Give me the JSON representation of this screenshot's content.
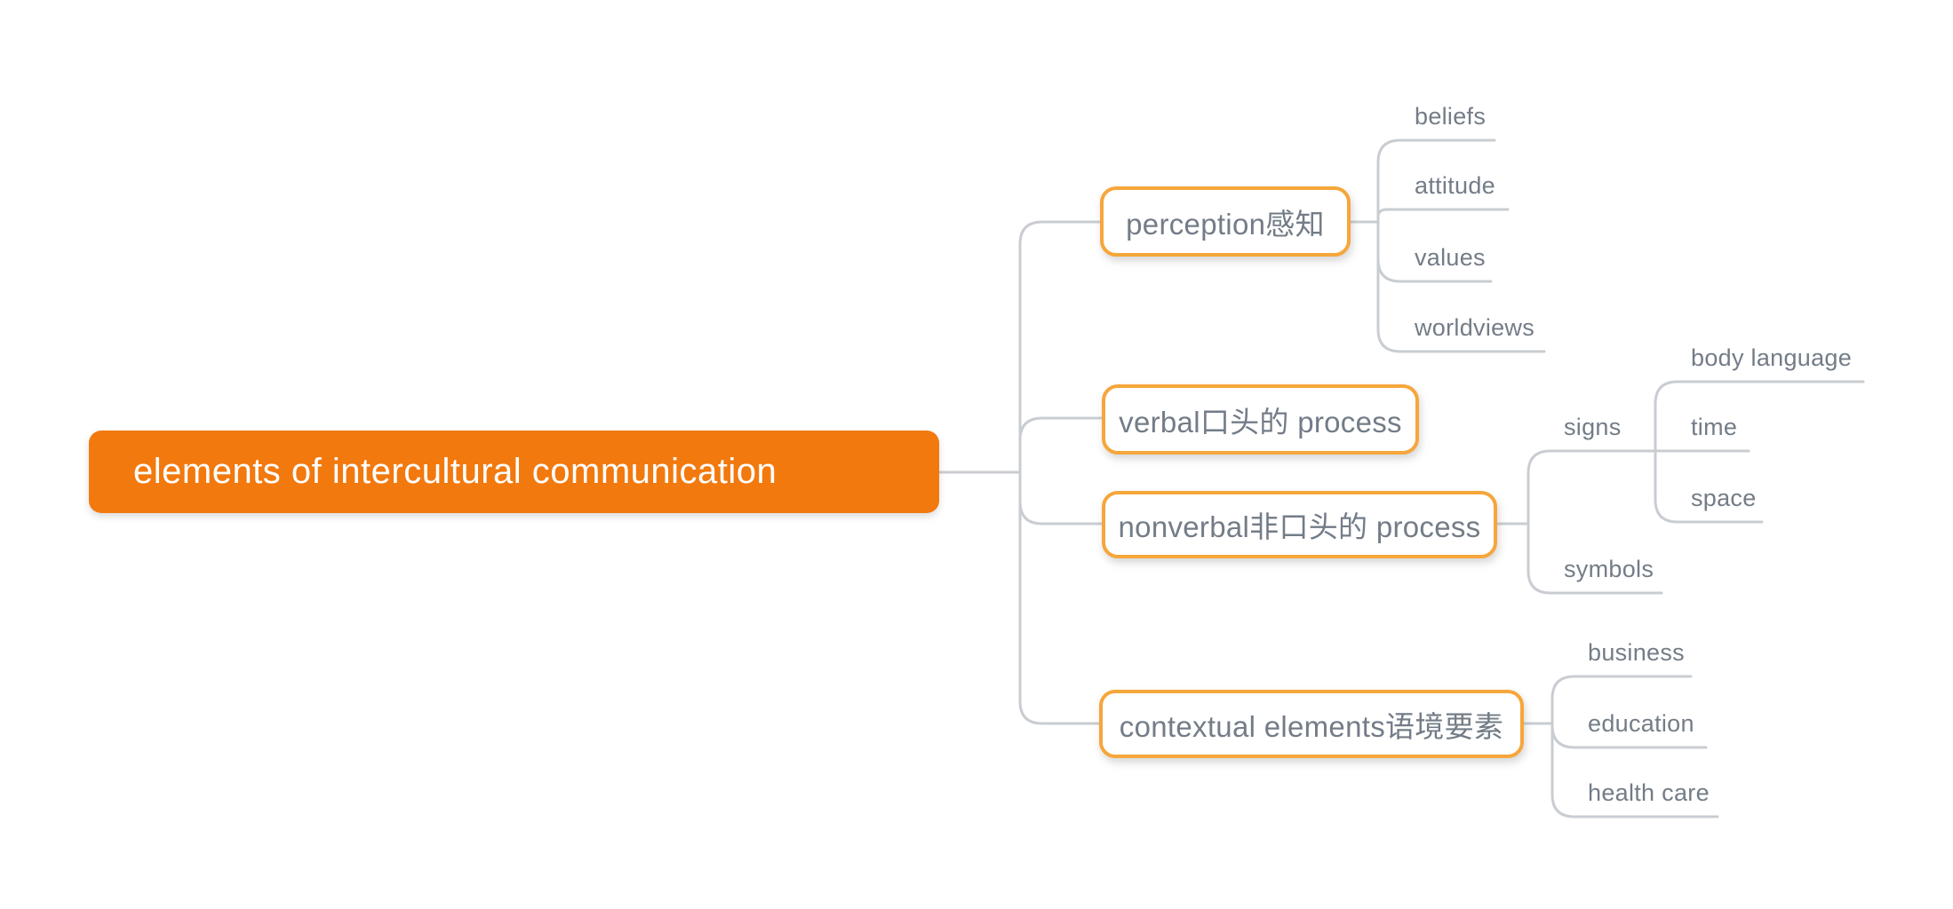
{
  "colors": {
    "background": "#ffffff",
    "root_fill": "#f2790e",
    "root_text": "#ffffff",
    "branch_border": "#f6a63b",
    "branch_fill": "#ffffff",
    "topic_text": "#737c87",
    "connector_line": "#c9cdd2"
  },
  "mindmap": {
    "root": {
      "label": "elements of intercultural communication"
    },
    "branches": [
      {
        "label": "perception感知",
        "children": [
          {
            "label": "beliefs"
          },
          {
            "label": "attitude"
          },
          {
            "label": "values"
          },
          {
            "label": "worldviews"
          }
        ]
      },
      {
        "label": "verbal口头的 process",
        "children": []
      },
      {
        "label": "nonverbal非口头的 process",
        "children": [
          {
            "label": "signs",
            "children": [
              {
                "label": "body language"
              },
              {
                "label": "time"
              },
              {
                "label": "space"
              }
            ]
          },
          {
            "label": "symbols",
            "children": []
          }
        ]
      },
      {
        "label": "contextual elements语境要素",
        "children": [
          {
            "label": "business"
          },
          {
            "label": "education"
          },
          {
            "label": "health care"
          }
        ]
      }
    ]
  }
}
